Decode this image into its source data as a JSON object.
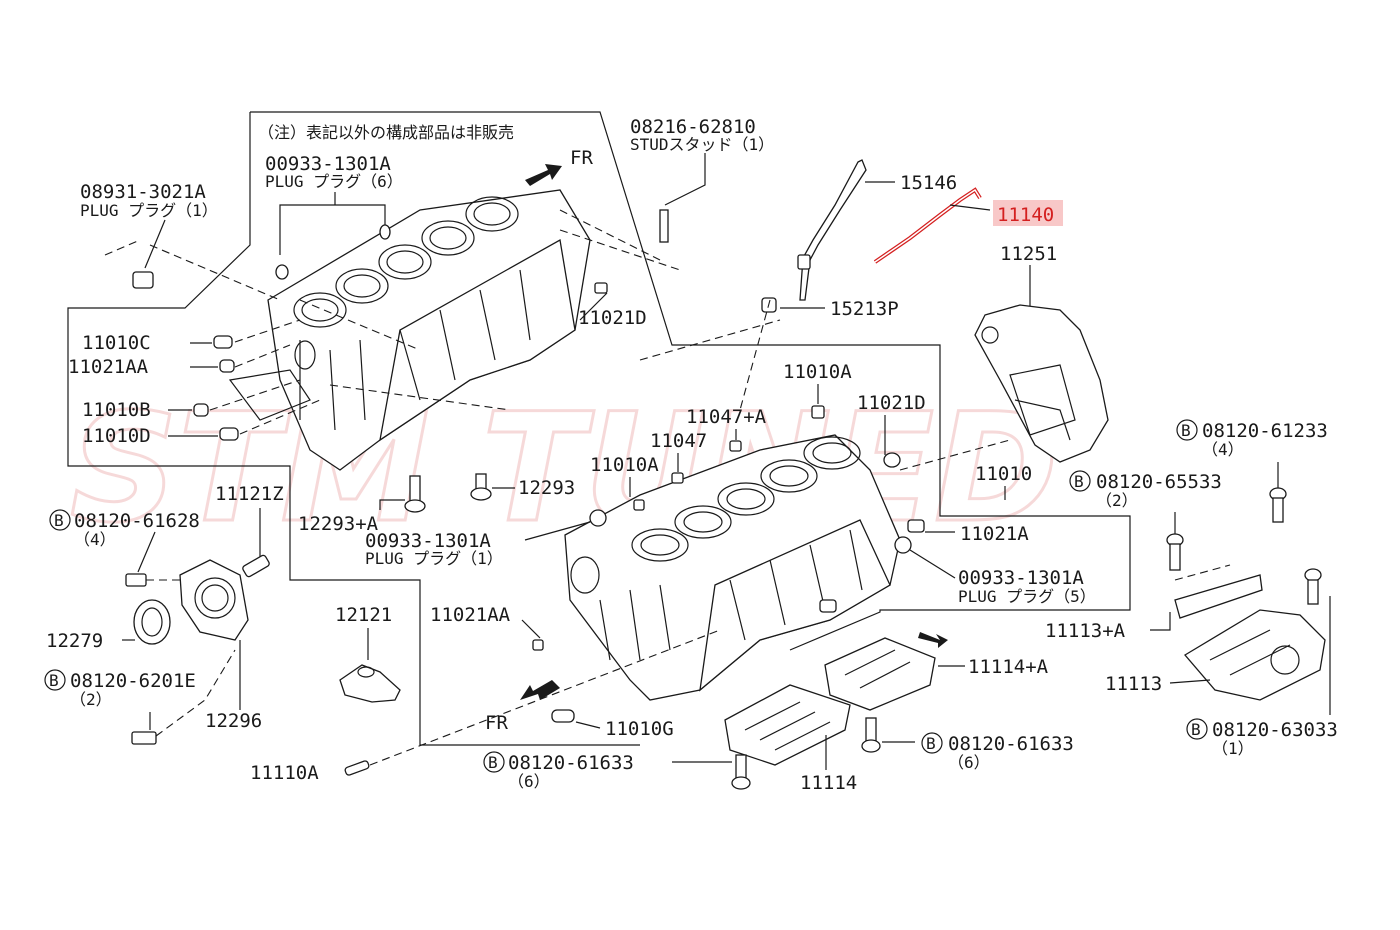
{
  "note_text": "（注）表記以外の構成部品は非販売",
  "watermark": "STM TUNED",
  "fr_top": "FR",
  "fr_bottom": "FR",
  "labels": {
    "p08931": "08931-3021A",
    "p08931_sub": "PLUG プラグ（1）",
    "p00933a": "00933-1301A",
    "p00933a_sub": "PLUG プラグ（6）",
    "p08216": "08216-62810",
    "p08216_sub": "STUDスタッド（1）",
    "p15146": "15146",
    "p11140": "11140",
    "p11251": "11251",
    "p15213": "15213P",
    "p11021d_top": "11021D",
    "p11010c": "11010C",
    "p11021aa": "11021AA",
    "p11010b": "11010B",
    "p11010d": "11010D",
    "p11010a_r": "11010A",
    "p11047a": "11047+A",
    "p11021d_r": "11021D",
    "p11047": "11047",
    "p11010a_m": "11010A",
    "p12293": "12293",
    "p12293a": "12293+A",
    "p11121z": "11121Z",
    "p00933b": "00933-1301A",
    "p00933b_sub": "PLUG プラグ（1）",
    "p11010": "11010",
    "p11021a": "11021A",
    "p00933c": "00933-1301A",
    "p00933c_sub": "PLUG プラグ（5）",
    "p61628": "08120-61628",
    "p61628_q": "（4）",
    "p12279": "12279",
    "p6201e": "08120-6201E",
    "p6201e_q": "（2）",
    "p12296": "12296",
    "p12121": "12121",
    "p11021aa_m": "11021AA",
    "p11010g": "11010G",
    "p11110a": "11110A",
    "p61633_b": "08120-61633",
    "p61633_b_q": "（6）",
    "p11114": "11114",
    "p11114a": "11114+A",
    "p61633_r": "08120-61633",
    "p61633_r_q": "（6）",
    "p61233": "08120-61233",
    "p61233_q": "（4）",
    "p65533": "08120-65533",
    "p65533_q": "（2）",
    "p11113a": "11113+A",
    "p11113": "11113",
    "p63033": "08120-63033",
    "p63033_q": "（1）",
    "bmark": "B"
  },
  "highlight_color": "#d42020",
  "highlight_fill": "#f8c8c8"
}
